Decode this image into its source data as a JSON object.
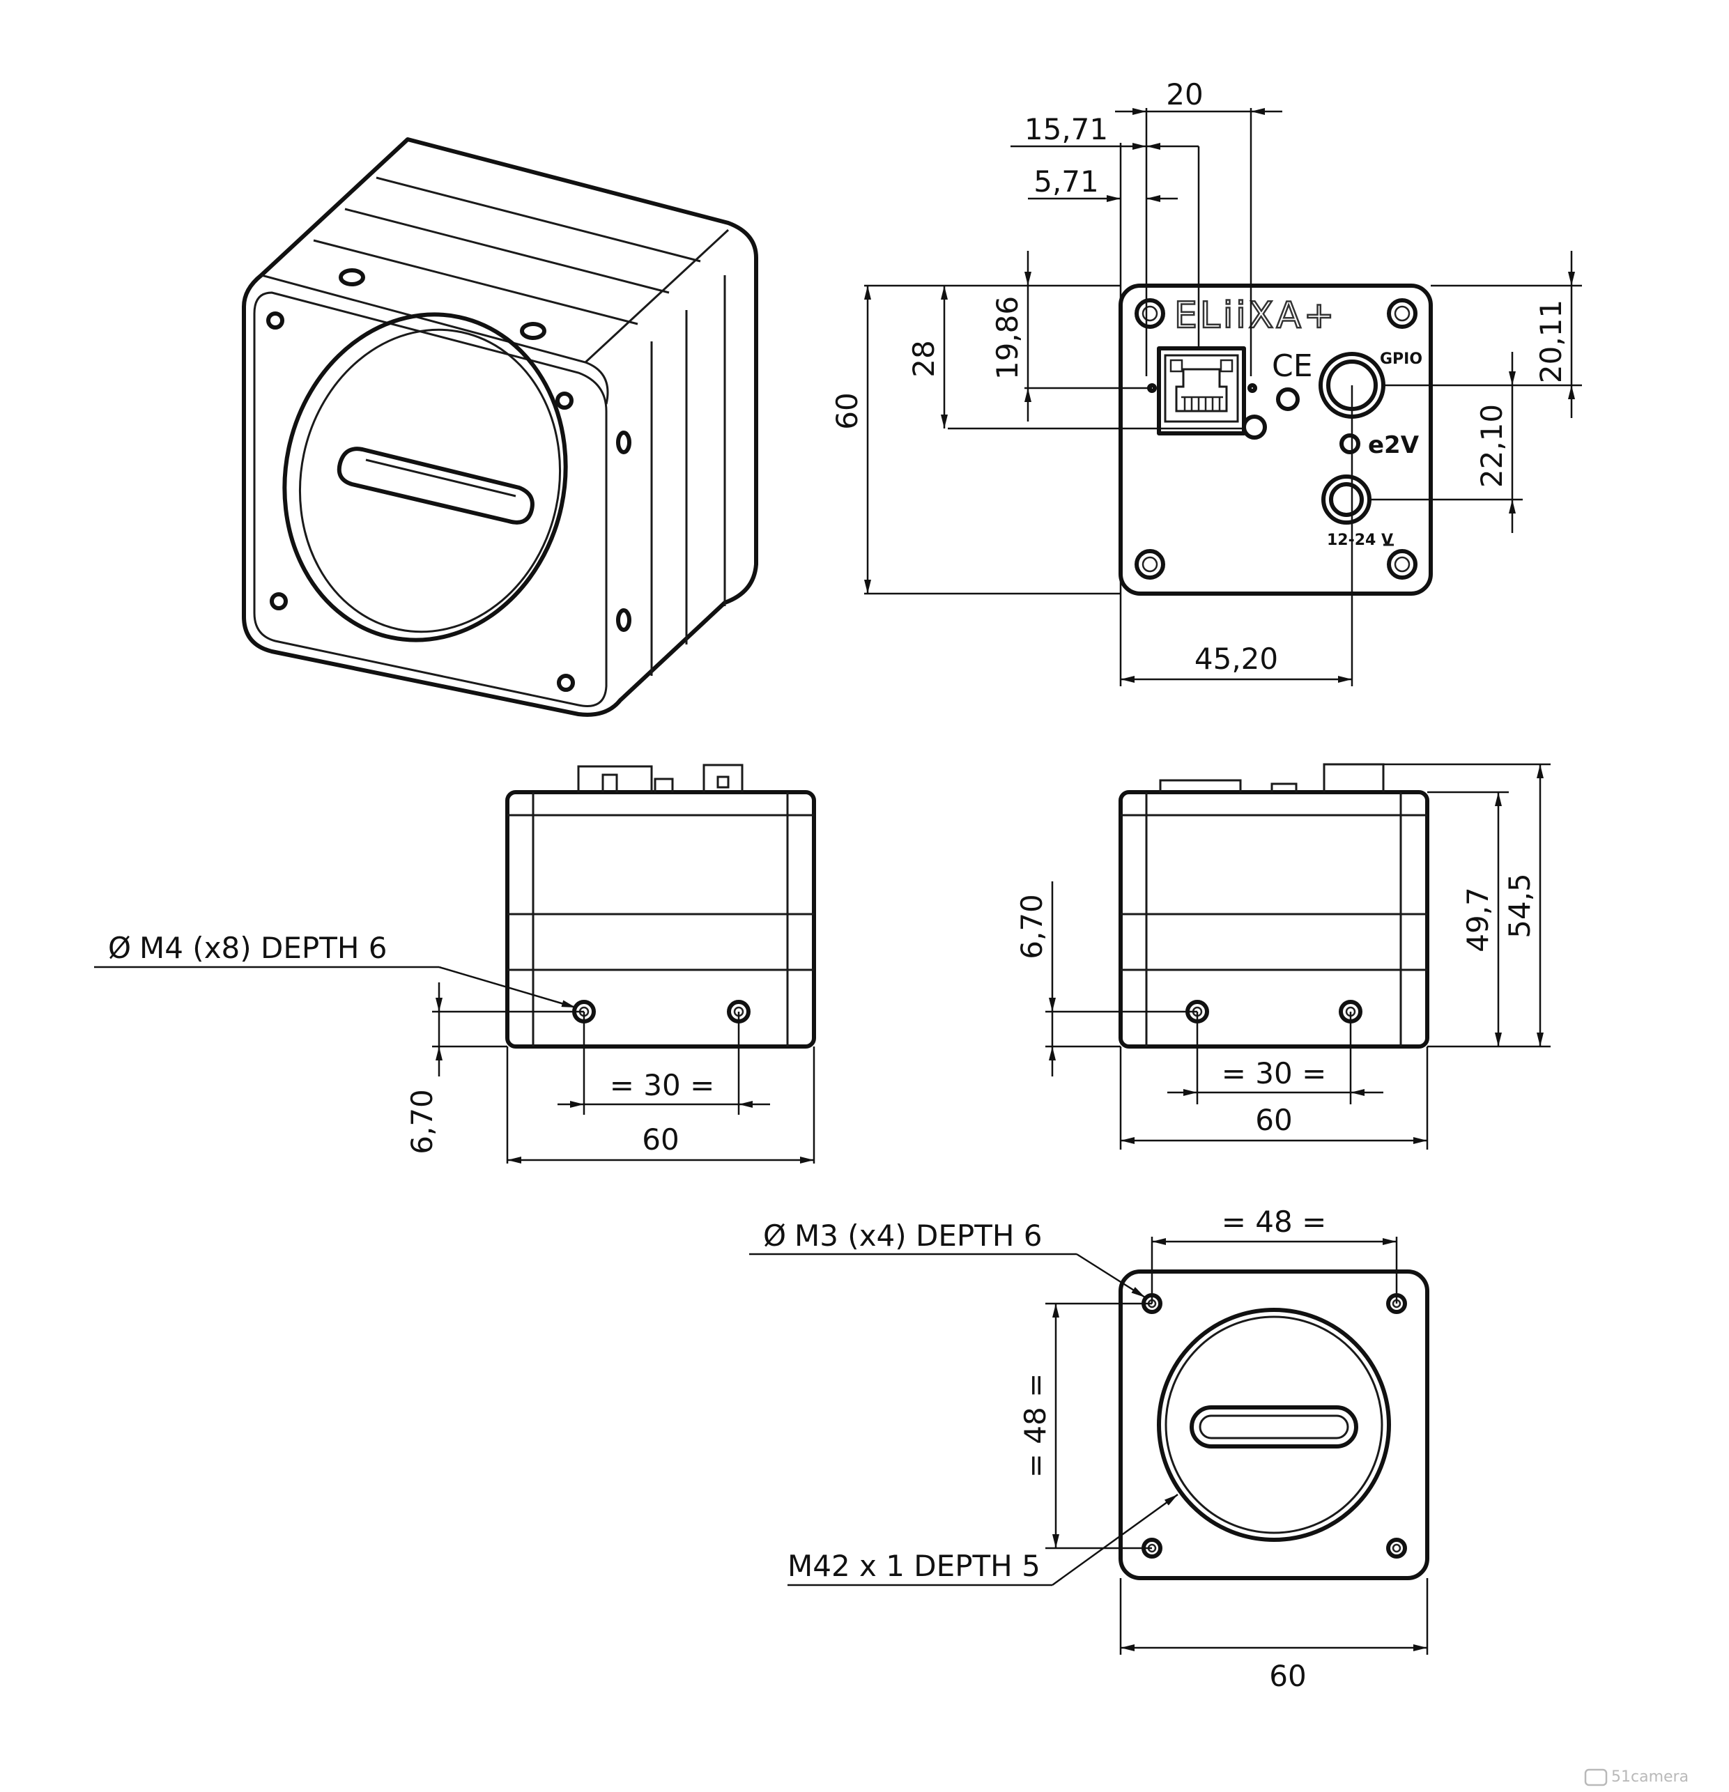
{
  "dimensions": {
    "rear_top_20": "20",
    "rear_top_15_71": "15,71",
    "rear_top_5_71": "5,71",
    "rear_left_60": "60",
    "rear_left_28": "28",
    "rear_left_19_86": "19,86",
    "rear_right_20_11": "20,11",
    "rear_right_22_10": "22,10",
    "rear_bottom_45_20": "45,20",
    "side1_pitch": "= 30 =",
    "side1_width": "60",
    "side1_height": "6,70",
    "side2_pitch": "= 30 =",
    "side2_width": "60",
    "side2_height": "6,70",
    "side2_49_7": "49,7",
    "side2_54_5": "54,5",
    "front_top_48": "= 48 =",
    "front_left_48": "= 48 =",
    "front_bottom_60": "60"
  },
  "callouts": {
    "m4_holes": "M4 (x8) DEPTH 6",
    "m3_holes": "M3 (x4) DEPTH 6",
    "m42_mount": "M42 x 1 DEPTH 5",
    "diameter_symbol": "Ø"
  },
  "panel_labels": {
    "brand": "ELiiXA+",
    "ce_mark": "CE",
    "gpio": "GPIO",
    "e2v": "e2V",
    "power": "12-24 V"
  },
  "watermark": "51camera"
}
